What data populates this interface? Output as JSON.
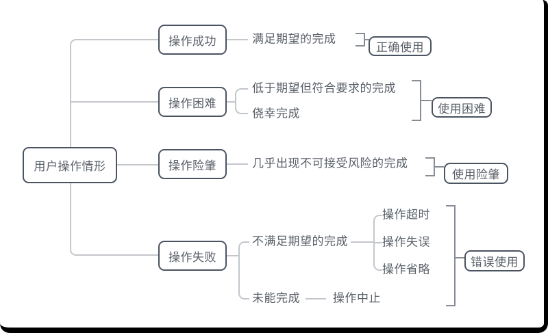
{
  "diagram": {
    "root_label": "用户操作情形",
    "branches": [
      {
        "label": "操作成功",
        "outcomes": [
          {
            "text": "满足期望的完成"
          }
        ],
        "result": "正确使用"
      },
      {
        "label": "操作困难",
        "outcomes": [
          {
            "text": "低于期望但符合要求的完成"
          },
          {
            "text": "侥幸完成"
          }
        ],
        "result": "使用困难"
      },
      {
        "label": "操作险肇",
        "outcomes": [
          {
            "text": "几乎出现不可接受风险的完成"
          }
        ],
        "result": "使用险肇"
      },
      {
        "label": "操作失败",
        "outcomes": [
          {
            "text": "不满足期望的完成",
            "subitems": [
              "操作超时",
              "操作失误",
              "操作省略"
            ]
          },
          {
            "text": "未能完成",
            "subitems": [
              "操作中止"
            ]
          }
        ],
        "result": "错误使用"
      }
    ],
    "colors": {
      "node_border": "#4a5360",
      "text": "#5a6069",
      "tree_line": "#c3c6cb",
      "bracket_line": "#878d96",
      "frame": "#000000",
      "background": "#ffffff"
    }
  }
}
